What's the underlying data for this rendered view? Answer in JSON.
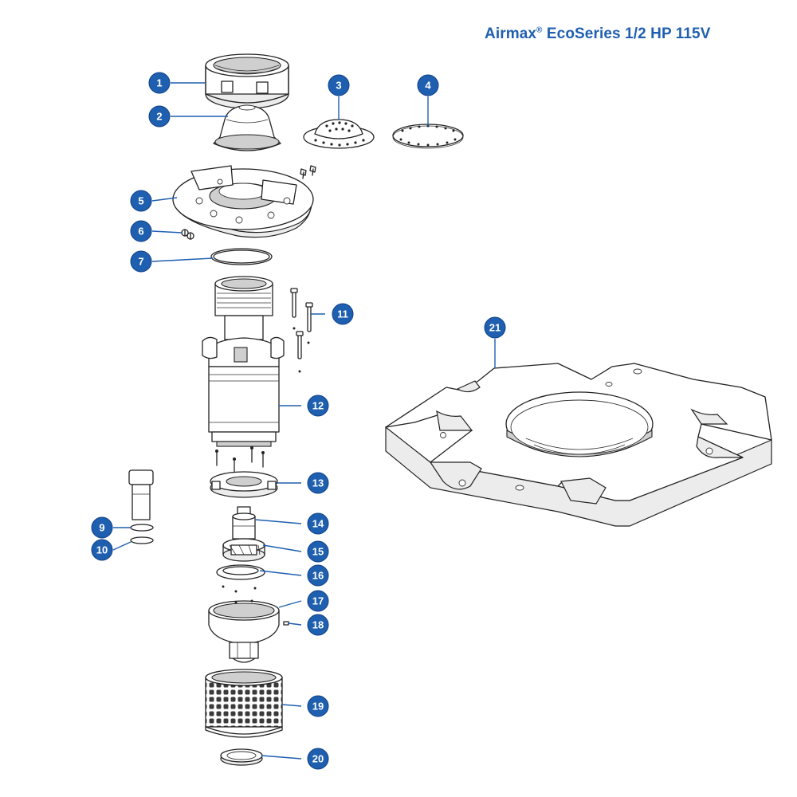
{
  "title": {
    "brand": "Airmax",
    "registered_mark": "®",
    "rest": " EcoSeries 1/2 HP 115V"
  },
  "callouts": [
    {
      "number": "1"
    },
    {
      "number": "2"
    },
    {
      "number": "3"
    },
    {
      "number": "4"
    },
    {
      "number": "5"
    },
    {
      "number": "6"
    },
    {
      "number": "7"
    },
    {
      "number": "9"
    },
    {
      "number": "10"
    },
    {
      "number": "11"
    },
    {
      "number": "12"
    },
    {
      "number": "13"
    },
    {
      "number": "14"
    },
    {
      "number": "15"
    },
    {
      "number": "16"
    },
    {
      "number": "17"
    },
    {
      "number": "18"
    },
    {
      "number": "19"
    },
    {
      "number": "20"
    },
    {
      "number": "21"
    }
  ],
  "colors": {
    "badge": "#1f5fb0",
    "title": "#1f5fb0",
    "linework": "#222222"
  }
}
